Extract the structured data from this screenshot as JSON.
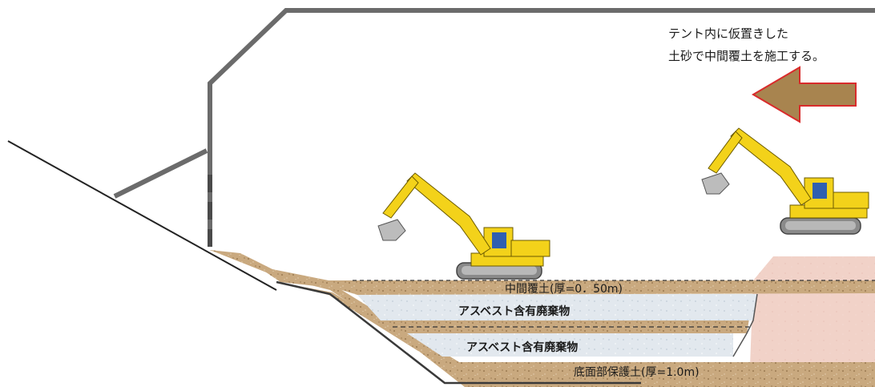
{
  "annotation": {
    "line1": "テント内に仮置きした",
    "line2": "土砂で中間覆土を施工する。",
    "arrow_color": "#a8844f",
    "arrow_border": "#d92b2b"
  },
  "layers": {
    "intermediate_cover": "中間覆土(厚=0．50m)",
    "asbestos_upper": "アスベスト含有廃棄物",
    "asbestos_lower": "アスベスト含有廃棄物",
    "bottom_protection": "底面部保護土(厚=1.0m)"
  },
  "colors": {
    "soil": "#c9a97f",
    "soil_dark": "#a8875c",
    "waste": "#e2e8ee",
    "pink_soil": "#f1d2c8",
    "tent_line": "#6b6b6b",
    "excavator_yellow": "#f3d21a",
    "excavator_track": "#8a8a8a"
  },
  "icons": [
    "excavator-icon",
    "left-arrow-icon"
  ]
}
